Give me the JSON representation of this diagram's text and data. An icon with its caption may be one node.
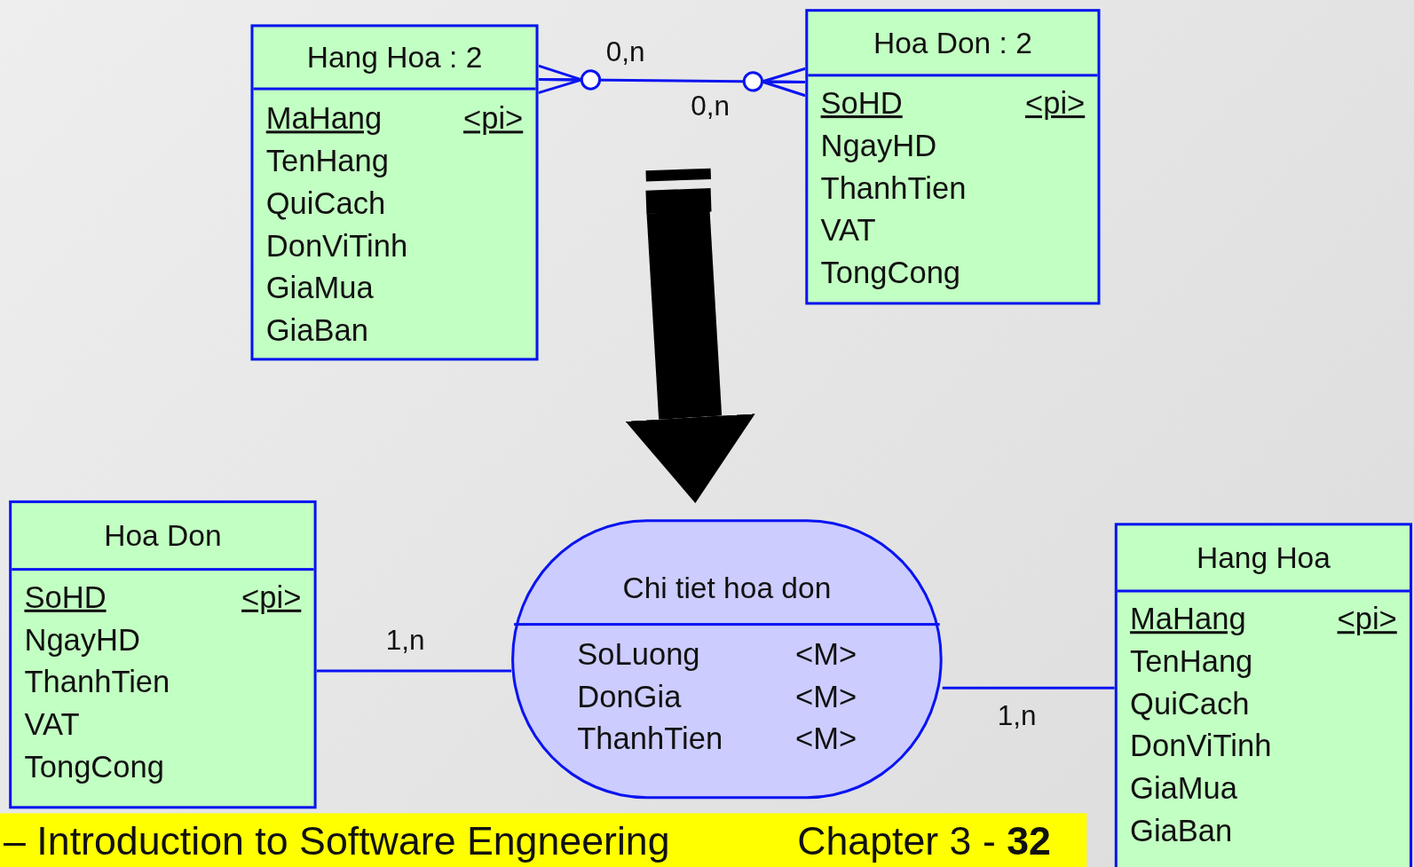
{
  "diagram": {
    "nodes": [
      {
        "text": [
          "Hang Hoa : 2",
          "MaHang",
          "<pi>",
          "TenHang",
          "QuiCach",
          "DonViTinh",
          "GiaMua",
          "GiaBan"
        ]
      },
      {
        "text": [
          "Hoa Don : 2",
          "SoHD",
          "<pi>",
          "NgayHD",
          "ThanhTien",
          "VAT",
          "TongCong"
        ]
      },
      {
        "text": [
          "Hoa Don",
          "SoHD",
          "<pi>",
          "NgayHD",
          "ThanhTien",
          "VAT",
          "TongCong"
        ]
      },
      {
        "text": [
          "Chi tiet hoa don",
          "SoLuong",
          "<M>",
          "DonGia",
          "<M>",
          "ThanhTien",
          "<M>"
        ]
      },
      {
        "text": [
          "Hang Hoa",
          "MaHang",
          "<pi>",
          "TenHang",
          "QuiCach",
          "DonViTinh",
          "GiaMua",
          "GiaBan"
        ]
      }
    ],
    "edges": [
      {
        "from": 0,
        "to": 1,
        "arrow": "other",
        "label": "0,n"
      },
      {
        "from": 2,
        "to": 3,
        "arrow": "none",
        "label": "1,n"
      },
      {
        "from": 3,
        "to": 4,
        "arrow": "none",
        "label": "1,n"
      },
      {
        "from": null,
        "to": 3,
        "arrow": "to",
        "style": "thick",
        "color": "#000000"
      }
    ],
    "labels": [
      "0,n",
      "– Introduction to Software Engneering",
      "Chapter 3 - **32**"
    ]
  }
}
